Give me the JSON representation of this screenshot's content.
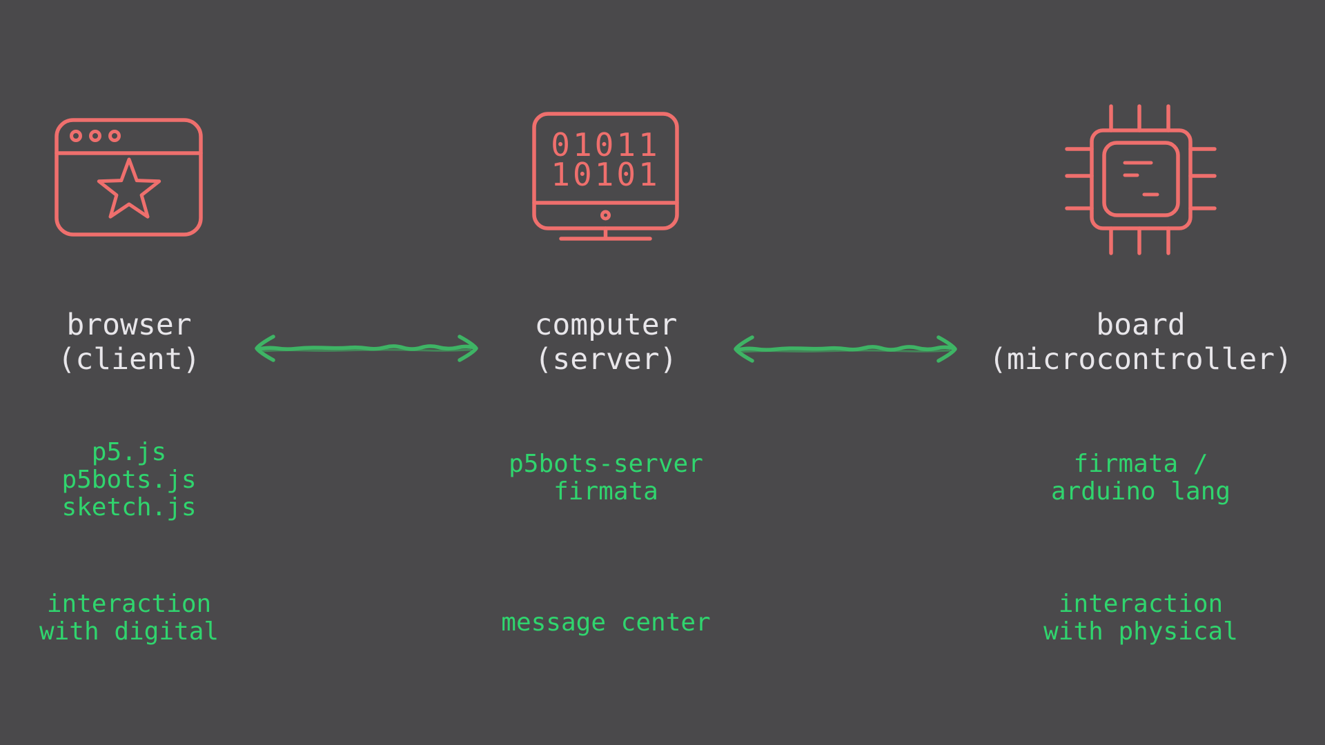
{
  "diagram": {
    "background": "#4a494b",
    "colors": {
      "icon_stroke": "#ef6f6d",
      "title_text": "#e8e6ea",
      "accent_text": "#30d56e",
      "arrow": "#3eb465"
    },
    "columns": [
      {
        "key": "browser",
        "icon": "browser-window-icon",
        "title": [
          "browser",
          "(client)"
        ],
        "tech": [
          "p5.js",
          "p5bots.js",
          "sketch.js"
        ],
        "role": [
          "interaction",
          "with digital"
        ]
      },
      {
        "key": "computer",
        "icon": "desktop-computer-icon",
        "binary": [
          "01011",
          "10101"
        ],
        "title": [
          "computer",
          "(server)"
        ],
        "tech": [
          "p5bots-server",
          "firmata"
        ],
        "role": [
          "message center"
        ]
      },
      {
        "key": "board",
        "icon": "microchip-icon",
        "title": [
          "board",
          "(microcontroller)"
        ],
        "tech": [
          "firmata /",
          "arduino lang"
        ],
        "role": [
          "interaction",
          "with physical"
        ]
      }
    ],
    "arrows": [
      {
        "key": "browser-computer",
        "type": "double-headed"
      },
      {
        "key": "computer-board",
        "type": "double-headed"
      }
    ]
  }
}
